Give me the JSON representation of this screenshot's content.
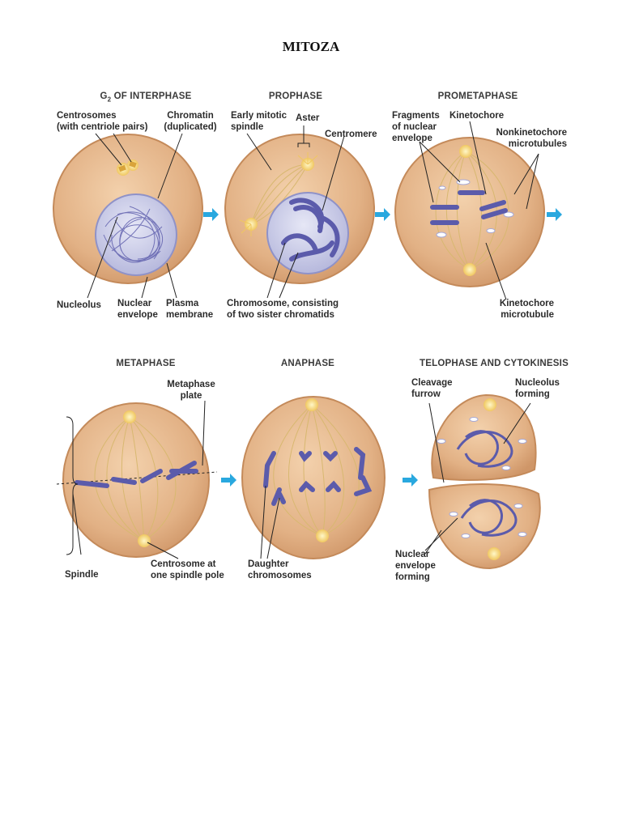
{
  "title": "MITOZA",
  "stages": [
    {
      "title_main": "G",
      "title_sub": "2",
      "title_rest": " OF INTERPHASE",
      "labels": {
        "centrosomes": "Centrosomes\n(with centriole pairs)",
        "chromatin": "Chromatin\n(duplicated)",
        "nucleolus": "Nucleolus",
        "nuclear_envelope": "Nuclear\nenvelope",
        "plasma_membrane": "Plasma\nmembrane"
      }
    },
    {
      "title": "PROPHASE",
      "labels": {
        "early_spindle": "Early mitotic\nspindle",
        "aster": "Aster",
        "centromere": "Centromere",
        "chromosome": "Chromosome, consisting\nof two sister chromatids"
      }
    },
    {
      "title": "PROMETAPHASE",
      "labels": {
        "fragments": "Fragments\nof nuclear\nenvelope",
        "kinetochore": "Kinetochore",
        "nonkinetochore": "Nonkinetochore\nmicrotubules",
        "kinetochore_mt": "Kinetochore\nmicrotubule"
      }
    },
    {
      "title": "METAPHASE",
      "labels": {
        "metaphase_plate": "Metaphase\nplate",
        "spindle": "Spindle",
        "centrosome_pole": "Centrosome at\none spindle pole"
      }
    },
    {
      "title": "ANAPHASE",
      "labels": {
        "daughter": "Daughter\nchromosomes"
      }
    },
    {
      "title": "TELOPHASE AND CYTOKINESIS",
      "labels": {
        "cleavage": "Cleavage\nfurrow",
        "nucleolus_forming": "Nucleolus\nforming",
        "envelope_forming": "Nuclear\nenvelope\nforming"
      }
    }
  ],
  "colors": {
    "cell_fill": "#e2b185",
    "cell_edge": "#c98e5e",
    "nucleus": "#c9cbe8",
    "chromosome": "#5b5bab",
    "arrow": "#29a8df",
    "spindle": "#d8b870"
  }
}
